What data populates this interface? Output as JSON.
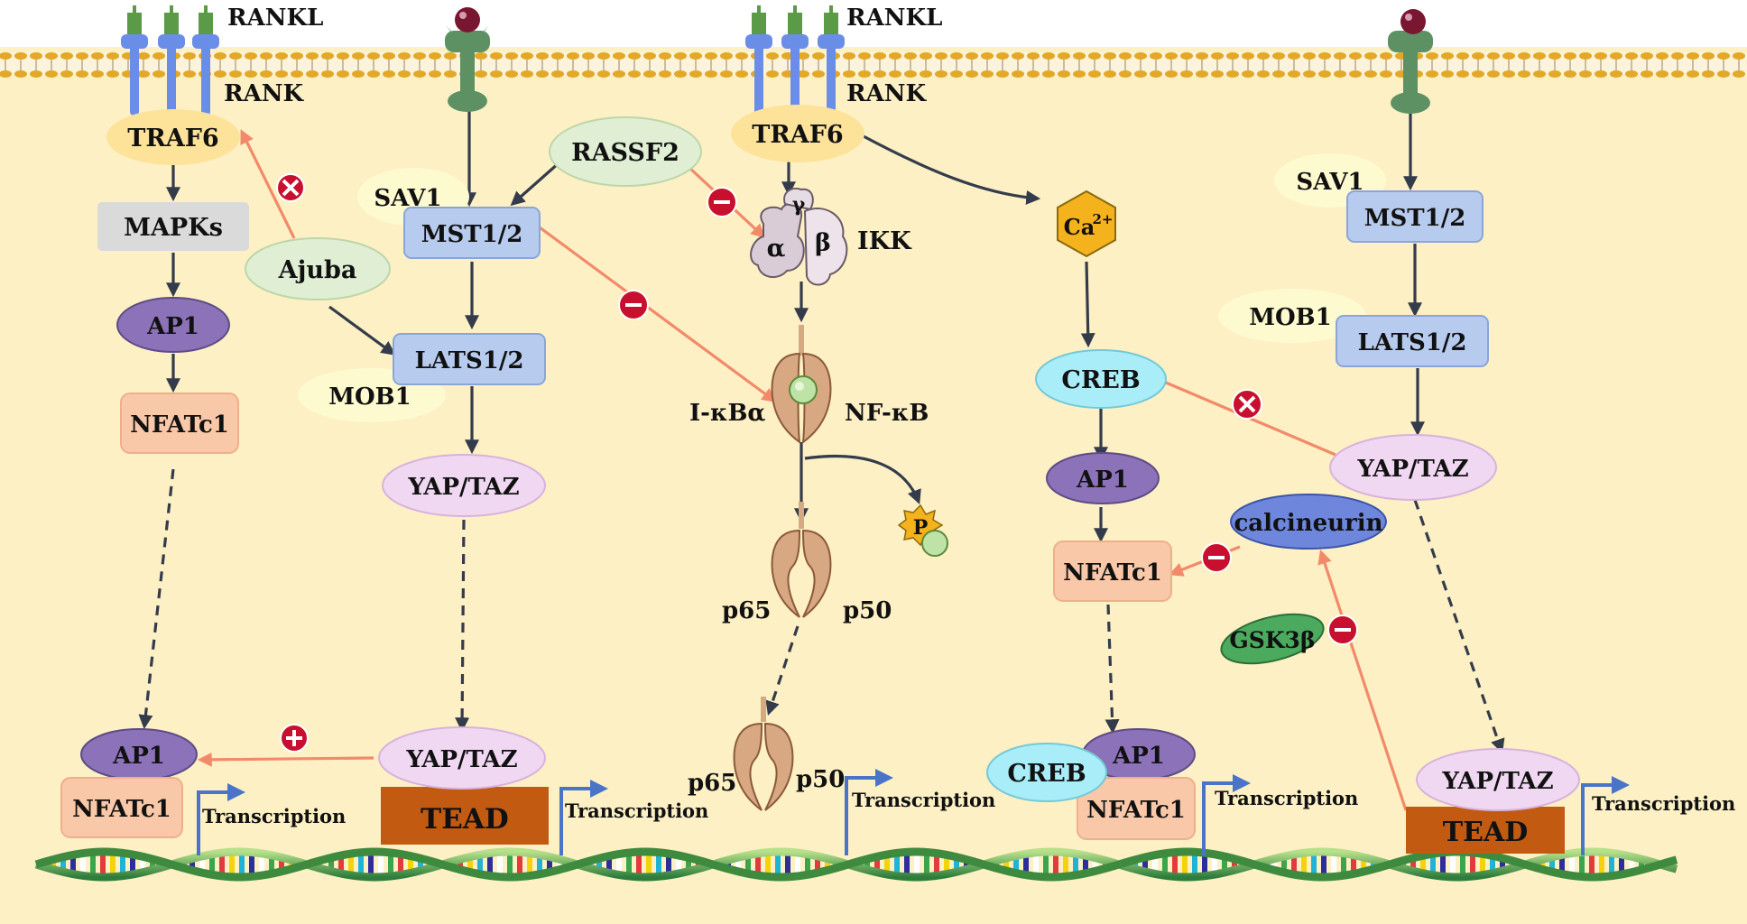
{
  "labels": {
    "rankl": "RANKL",
    "rank": "RANK",
    "traf6": "TRAF6",
    "mapks": "MAPKs",
    "ap1": "AP1",
    "nfatc1": "NFATc1",
    "ajuba": "Ajuba",
    "sav1": "SAV1",
    "mst12": "MST1/2",
    "lats12": "LATS1/2",
    "mob1": "MOB1",
    "yaptaz": "YAP/TAZ",
    "tead": "TEAD",
    "rassf2": "RASSF2",
    "ikk": "IKK",
    "alpha": "α",
    "beta": "β",
    "gamma": "γ",
    "ikba": "I-κBα",
    "nfkb": "NF-κB",
    "p": "P",
    "p65": "p65",
    "p50": "p50",
    "ca": "Ca",
    "ca_charge": "2+",
    "creb": "CREB",
    "calcineurin": "calcineurin",
    "gsk3b": "GSK3β",
    "transcription": "Transcription"
  },
  "colors": {
    "background": "#fdf0c4",
    "membrane_head": "#e3a826",
    "receptor": "#6a8ee8",
    "receptor_cap": "#5b9a46",
    "gpcr": "#5d9163",
    "gpcr_ligand": "#7a1730",
    "traf6": "#fde29a",
    "mapks": "#dadada",
    "ap1": "#8c72b8",
    "nfatc1": "#f9c8a8",
    "ajuba": "#e0efd4",
    "sav1": "#fefad0",
    "mst_lats": "#b7cbee",
    "yaptaz": "#f0d8f2",
    "tead": "#c35a12",
    "rassf2": "#e0efd4",
    "ikk": "#d9ccd6",
    "nfkb": "#d8a883",
    "ca": "#f4b21c",
    "creb": "#a8edf7",
    "calcineurin": "#6e86dc",
    "gsk3b": "#4caa5f",
    "inhibit_line": "#f28a6a",
    "inhibit_badge": "#c8102e",
    "arrow": "#343c4c",
    "transcription_arrow": "#4a74c8"
  },
  "icons": [
    "inhibit-icon",
    "transcription-arrow-icon",
    "phosphate-icon",
    "dna-helix-icon",
    "membrane-icon"
  ]
}
